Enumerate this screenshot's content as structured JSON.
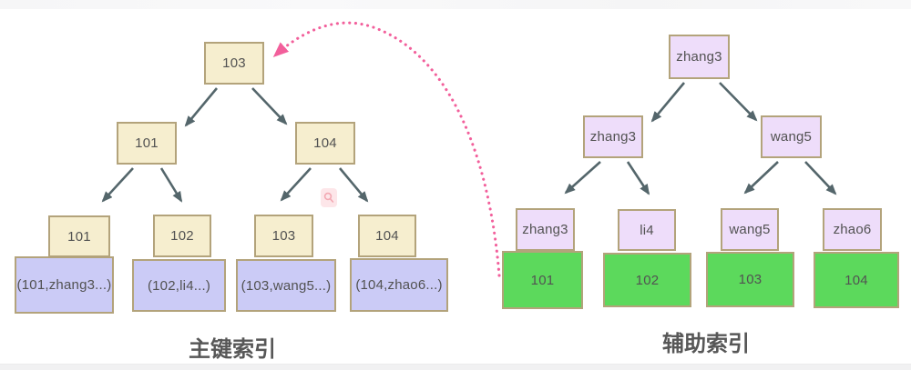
{
  "diagram": {
    "kind": "b+tree-index-comparison",
    "colors": {
      "node_border": "#b3a37b",
      "primary_node_fill": "#f6eecf",
      "primary_leaf_row_fill": "#cbcbf6",
      "secondary_node_fill": "#eeddfa",
      "secondary_leaf_pk_fill": "#5cd95c",
      "tree_arrow": "#54666b",
      "back_lookup_arrow": "#f25f9b",
      "caption_text": "#575757",
      "node_text": "#525252"
    },
    "primary": {
      "caption": "主键索引",
      "root": "103",
      "internal": [
        "101",
        "104"
      ],
      "leaves": [
        {
          "key": "101",
          "row": "(101,zhang3...)"
        },
        {
          "key": "102",
          "row": "(102,li4...)"
        },
        {
          "key": "103",
          "row": "(103,wang5...)"
        },
        {
          "key": "104",
          "row": "(104,zhao6...)"
        }
      ]
    },
    "secondary": {
      "caption": "辅助索引",
      "root": "zhang3",
      "internal": [
        "zhang3",
        "wang5"
      ],
      "leaves": [
        {
          "key": "zhang3",
          "pk": "101"
        },
        {
          "key": "li4",
          "pk": "102"
        },
        {
          "key": "wang5",
          "pk": "103"
        },
        {
          "key": "zhao6",
          "pk": "104"
        }
      ]
    },
    "connector": {
      "type": "dotted-curved-arrow",
      "from": "secondary-leaf-pk-101",
      "to": "primary-root-103",
      "color": "#f25f9b"
    },
    "overlay": {
      "icon": "magnifier-icon"
    }
  }
}
